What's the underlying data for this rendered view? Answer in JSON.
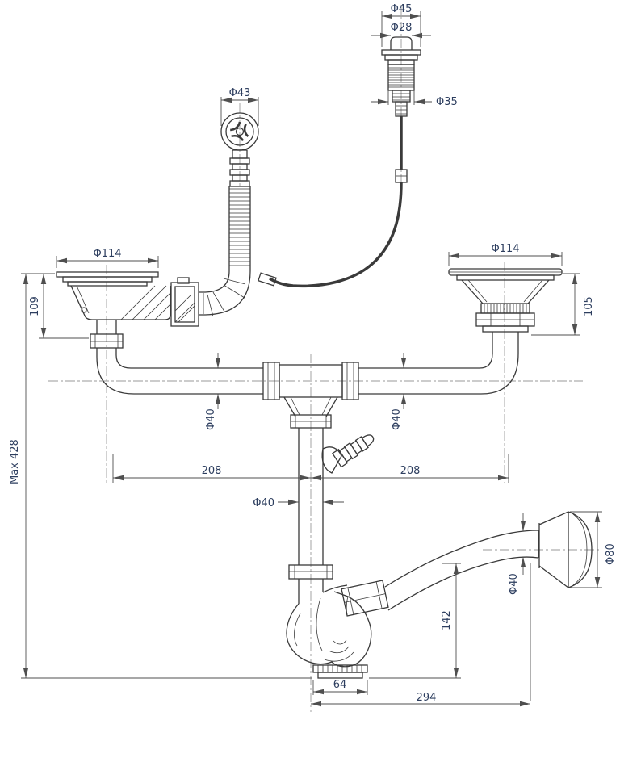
{
  "diagram": {
    "type": "technical-drawing",
    "background": "#ffffff",
    "line_color": "#3a3a3a",
    "hatch_color": "#4a4a4a",
    "dimension_color": "#4f4f4f",
    "centerline_color": "#9a9a9a",
    "text_color": "#2d3e5f"
  },
  "dimensions": {
    "knob_cap": "Φ45",
    "knob_button": "Φ28",
    "knob_thread": "Φ35",
    "overflow_fitting": "Φ43",
    "left_strainer": "Φ114",
    "right_strainer": "Φ114",
    "left_drain_height": "109",
    "right_drain_height": "105",
    "left_pipe": "Φ40",
    "right_pipe": "Φ40",
    "left_span": "208",
    "right_span": "208",
    "overall_height": "Max 428",
    "center_pipe": "Φ40",
    "outlet_cone": "Φ80",
    "outlet_pipe": "Φ40",
    "trap_height": "142",
    "cleanout_width": "64",
    "outlet_span": "294"
  }
}
